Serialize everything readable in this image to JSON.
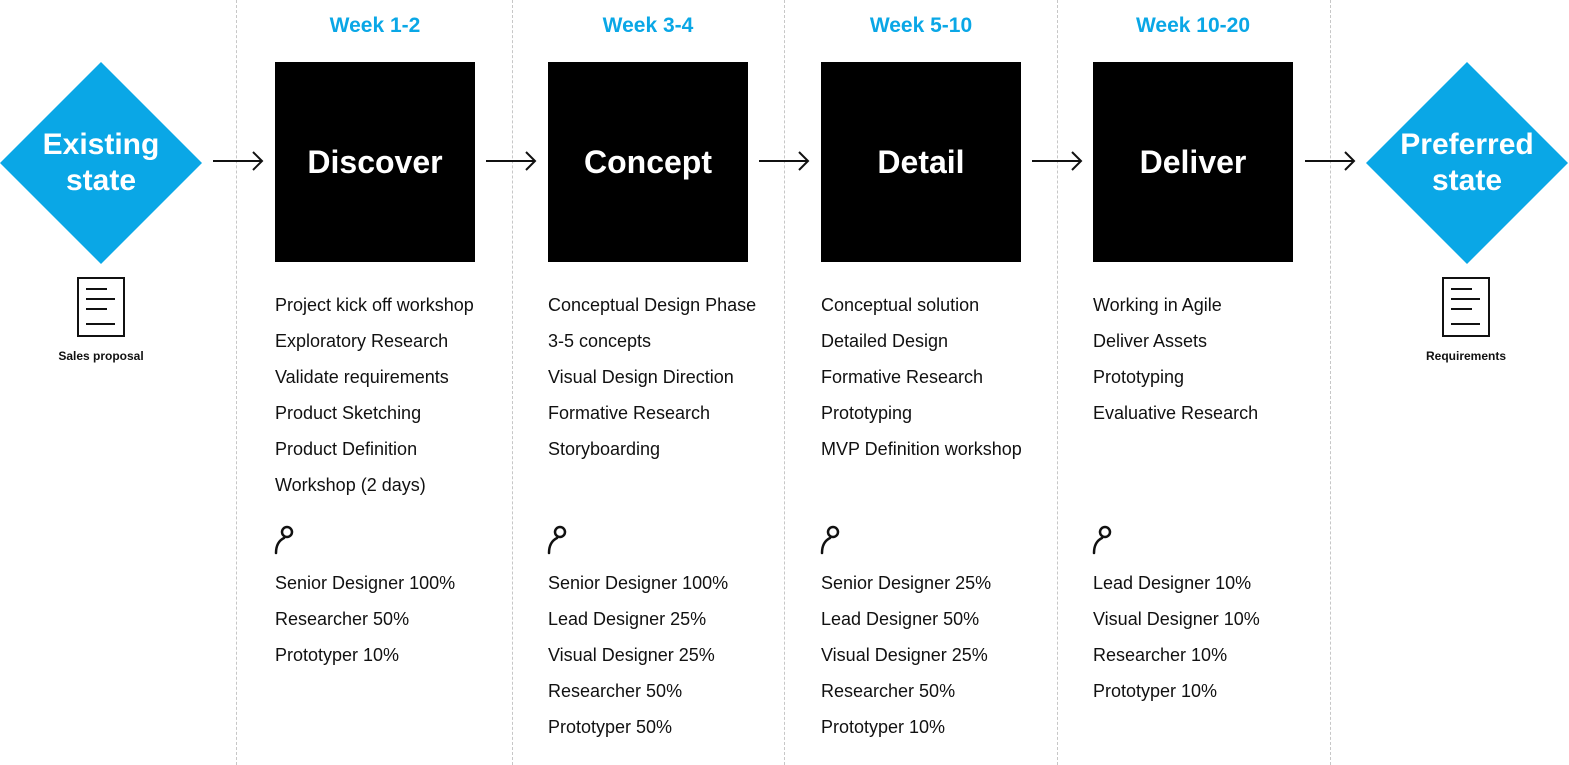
{
  "colors": {
    "accent": "#0aa7e6",
    "phase_bg": "#000000"
  },
  "start": {
    "title_line1": "Existing",
    "title_line2": "state",
    "doc_label": "Sales proposal",
    "doc_icon": "document-icon"
  },
  "end": {
    "title_line1": "Preferred",
    "title_line2": "state",
    "doc_label": "Requirements",
    "doc_icon": "document-icon"
  },
  "phases": [
    {
      "week": "Week 1-2",
      "name": "Discover",
      "tasks": [
        "Project kick off workshop",
        "Exploratory Research",
        "Validate requirements",
        "Product Sketching",
        "Product Definition",
        "Workshop (2 days)"
      ],
      "team": [
        "Senior Designer 100%",
        "Researcher 50%",
        "Prototyper 10%"
      ]
    },
    {
      "week": "Week 3-4",
      "name": "Concept",
      "tasks": [
        "Conceptual Design Phase",
        "3-5 concepts",
        "Visual Design Direction",
        "Formative Research",
        "Storyboarding"
      ],
      "team": [
        "Senior Designer 100%",
        "Lead Designer 25%",
        "Visual Designer 25%",
        "Researcher 50%",
        "Prototyper 50%"
      ]
    },
    {
      "week": "Week 5-10",
      "name": "Detail",
      "tasks": [
        "Conceptual solution",
        "Detailed Design",
        "Formative Research",
        "Prototyping",
        "MVP Definition workshop"
      ],
      "team": [
        "Senior Designer 25%",
        "Lead Designer 50%",
        "Visual Designer 25%",
        "Researcher 50%",
        "Prototyper 10%"
      ]
    },
    {
      "week": "Week 10-20",
      "name": "Deliver",
      "tasks": [
        "Working in Agile",
        "Deliver Assets",
        "Prototyping",
        "Evaluative Research"
      ],
      "team": [
        "Lead Designer 10%",
        "Visual Designer 10%",
        "Researcher 10%",
        "Prototyper 10%"
      ]
    }
  ]
}
